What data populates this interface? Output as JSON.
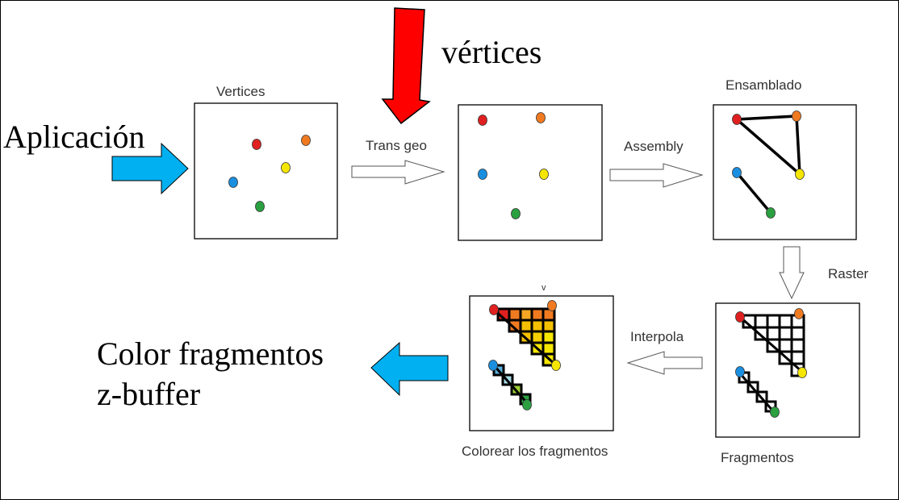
{
  "labels": {
    "vertices_input": "vértices",
    "application": "Aplicación",
    "panel_vertices": "Vertices",
    "trans_geo": "Trans geo",
    "assembly": "Assembly",
    "panel_assembled": "Ensamblado",
    "raster": "Raster",
    "interpolate": "Interpola",
    "panel_fragments": "Fragmentos",
    "panel_colored": "Colorear los fragmentos",
    "small_mark": "v",
    "output_line1": "Color fragmentos",
    "output_line2": "z-buffer"
  },
  "colors": {
    "red": "#e02020",
    "orange": "#f07a20",
    "yellow": "#f5e600",
    "blue": "#1a8fe0",
    "green": "#2aa040",
    "input_arrow": "#ff0000",
    "flow_arrow": "#00b0f0"
  }
}
